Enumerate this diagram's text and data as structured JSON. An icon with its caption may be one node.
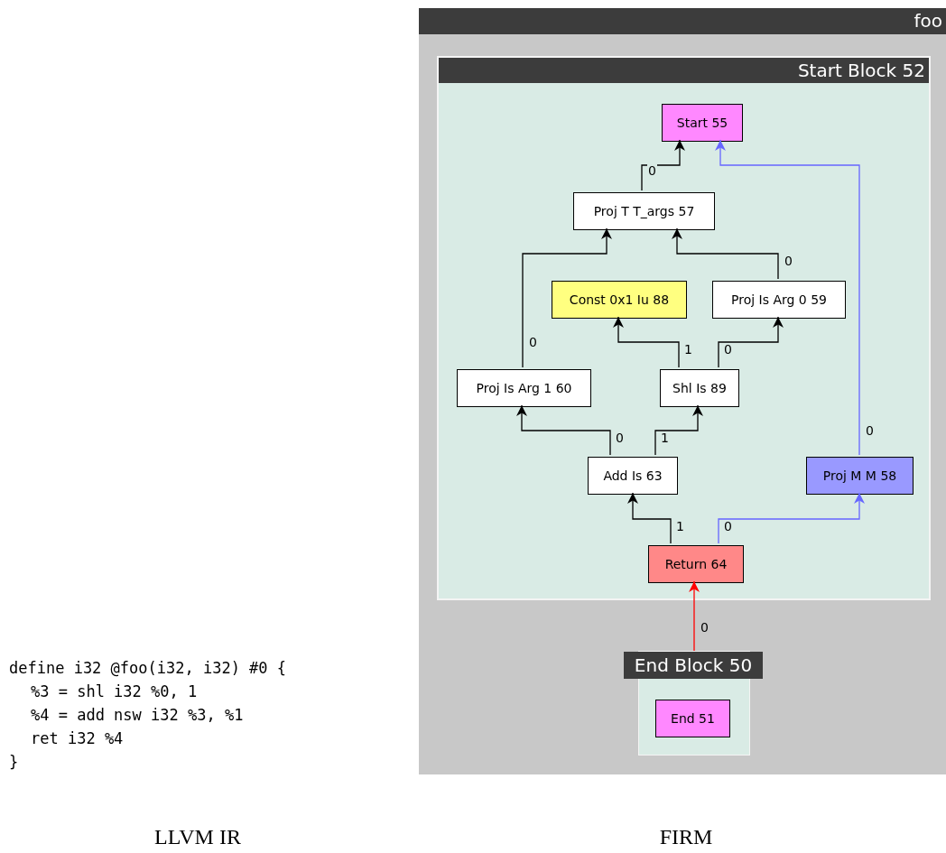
{
  "diagram": {
    "nodes": [
      {
        "text": [
          "foo"
        ]
      },
      {
        "text": [
          "Start Block 52"
        ],
        "in": 0
      },
      {
        "text": [
          "Start 55"
        ],
        "in": 1
      },
      {
        "text": [
          "Proj T T_args 57"
        ],
        "in": 1
      },
      {
        "text": [
          "Const 0x1 Iu 88"
        ],
        "in": 1
      },
      {
        "text": [
          "Proj Is Arg 0 59"
        ],
        "in": 1
      },
      {
        "text": [
          "Proj Is Arg 1 60"
        ],
        "in": 1
      },
      {
        "text": [
          "Shl Is 89"
        ],
        "in": 1
      },
      {
        "text": [
          "Add Is 63"
        ],
        "in": 1
      },
      {
        "text": [
          "Proj M M 58"
        ],
        "in": 1
      },
      {
        "text": [
          "Return 64"
        ],
        "in": 1
      },
      {
        "text": [
          "End Block 50"
        ],
        "in": 0
      },
      {
        "text": [
          "End 51"
        ],
        "in": 11
      }
    ],
    "edges": [
      {
        "from": 3,
        "to": 2,
        "arrow": "to",
        "label": "0"
      },
      {
        "from": 6,
        "to": 3,
        "arrow": "to",
        "label": "0"
      },
      {
        "from": 5,
        "to": 3,
        "arrow": "to",
        "label": "0"
      },
      {
        "from": 7,
        "to": 4,
        "arrow": "to",
        "label": "1"
      },
      {
        "from": 7,
        "to": 5,
        "arrow": "to",
        "label": "0"
      },
      {
        "from": 8,
        "to": 6,
        "arrow": "to",
        "label": "0"
      },
      {
        "from": 8,
        "to": 7,
        "arrow": "to",
        "label": "1"
      },
      {
        "from": 10,
        "to": 8,
        "arrow": "to",
        "label": "1"
      },
      {
        "from": 10,
        "to": 9,
        "arrow": "to",
        "label": "0",
        "color": "#6666ff"
      },
      {
        "from": 9,
        "to": 2,
        "arrow": "to",
        "label": "0",
        "color": "#6666ff"
      },
      {
        "from": 11,
        "to": 10,
        "arrow": "to",
        "label": "0",
        "color": "#ff0000"
      }
    ],
    "labels": [
      "define i32 @foo(i32, i32) #0 {",
      "%3 = shl i32 %0, 1",
      "%4 = add nsw i32 %3, %1",
      "ret i32 %4",
      "}",
      "LLVM IR",
      "FIRM"
    ]
  }
}
